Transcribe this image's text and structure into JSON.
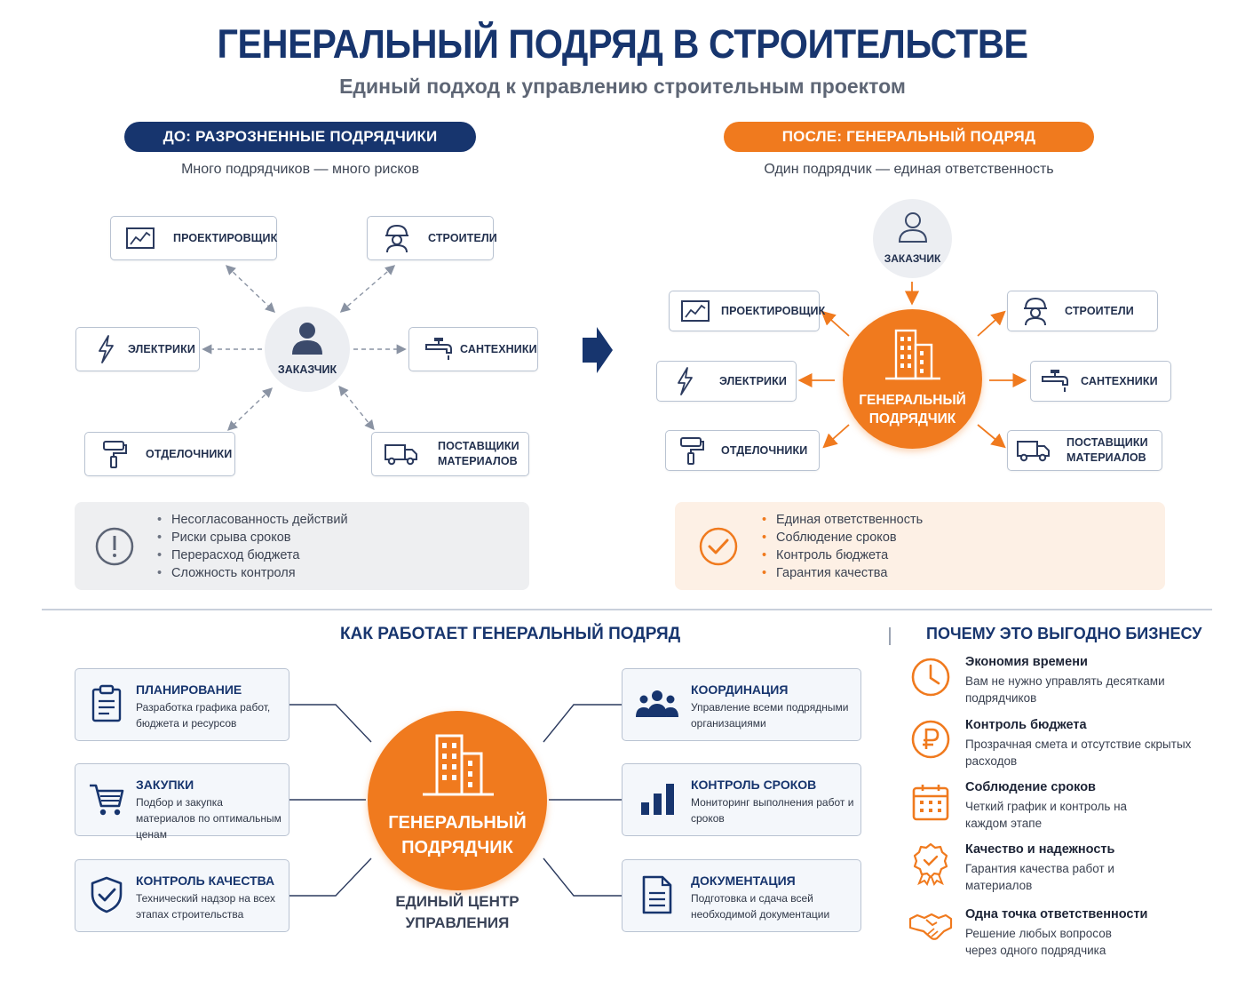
{
  "title": "ГЕНЕРАЛЬНЫЙ ПОДРЯД В СТРОИТЕЛЬСТВЕ",
  "subtitle": "Единый подход к управлению строительным проектом",
  "before": {
    "badge": "ДО: РАЗРОЗНЕННЫЕ ПОДРЯДЧИКИ",
    "caption": "Много подрядчиков — много рисков",
    "center": "ЗАКАЗЧИК",
    "nodes": {
      "designer": "ПРОЕКТИРОВЩИК",
      "builders": "СТРОИТЕЛИ",
      "electricians": "ЭЛЕКТРИКИ",
      "plumbers": "САНТЕХНИКИ",
      "finishers": "ОТДЕЛОЧНИКИ",
      "suppliers_1": "ПОСТАВЩИКИ",
      "suppliers_2": "МАТЕРИАЛОВ"
    },
    "issues": [
      "Несогласованность действий",
      "Риски срыва сроков",
      "Перерасход бюджета",
      "Сложность контроля"
    ]
  },
  "after": {
    "badge": "ПОСЛЕ: ГЕНЕРАЛЬНЫЙ ПОДРЯД",
    "caption": "Один подрядчик — единая ответственность",
    "client": "ЗАКАЗЧИК",
    "center_1": "ГЕНЕРАЛЬНЫЙ",
    "center_2": "ПОДРЯДЧИК",
    "nodes": {
      "designer": "ПРОЕКТИРОВЩИК",
      "builders": "СТРОИТЕЛИ",
      "electricians": "ЭЛЕКТРИКИ",
      "plumbers": "САНТЕХНИКИ",
      "finishers": "ОТДЕЛОЧНИКИ",
      "suppliers_1": "ПОСТАВЩИКИ",
      "suppliers_2": "МАТЕРИАЛОВ"
    },
    "benefits": [
      "Единая ответственность",
      "Соблюдение сроков",
      "Контроль бюджета",
      "Гарантия качества"
    ]
  },
  "how": {
    "title": "КАК РАБОТАЕТ ГЕНЕРАЛЬНЫЙ ПОДРЯД",
    "center_1": "ГЕНЕРАЛЬНЫЙ",
    "center_2": "ПОДРЯДЧИК",
    "caption_1": "ЕДИНЫЙ ЦЕНТР",
    "caption_2": "УПРАВЛЕНИЯ",
    "steps": [
      {
        "title": "ПЛАНИРОВАНИЕ",
        "desc": "Разработка графика работ, бюджета и ресурсов"
      },
      {
        "title": "ЗАКУПКИ",
        "desc": "Подбор и закупка материалов по оптимальным ценам"
      },
      {
        "title": "КОНТРОЛЬ КАЧЕСТВА",
        "desc": "Технический надзор на всех этапах строительства"
      },
      {
        "title": "КООРДИНАЦИЯ",
        "desc": "Управление всеми подрядными организациями"
      },
      {
        "title": "КОНТРОЛЬ СРОКОВ",
        "desc": "Мониторинг выполнения работ и сроков"
      },
      {
        "title": "ДОКУМЕНТАЦИЯ",
        "desc": "Подготовка и сдача всей необходимой документации"
      }
    ]
  },
  "why": {
    "title": "ПОЧЕМУ ЭТО ВЫГОДНО БИЗНЕСУ",
    "items": [
      {
        "title": "Экономия времени",
        "desc": "Вам не нужно управлять десятками подрядчиков"
      },
      {
        "title": "Контроль бюджета",
        "desc": "Прозрачная смета и отсутствие скрытых расходов"
      },
      {
        "title": "Соблюдение сроков",
        "desc": "Четкий график и контроль на каждом этапе"
      },
      {
        "title": "Качество и надежность",
        "desc": "Гарантия качества работ и материалов"
      },
      {
        "title": "Одна точка ответственности",
        "desc": "Решение любых вопросов через одного подрядчика"
      }
    ]
  },
  "colors": {
    "navy": "#17356e",
    "orange": "#f07a1e",
    "gray": "#eeeff1",
    "peach": "#fdf0e5"
  }
}
